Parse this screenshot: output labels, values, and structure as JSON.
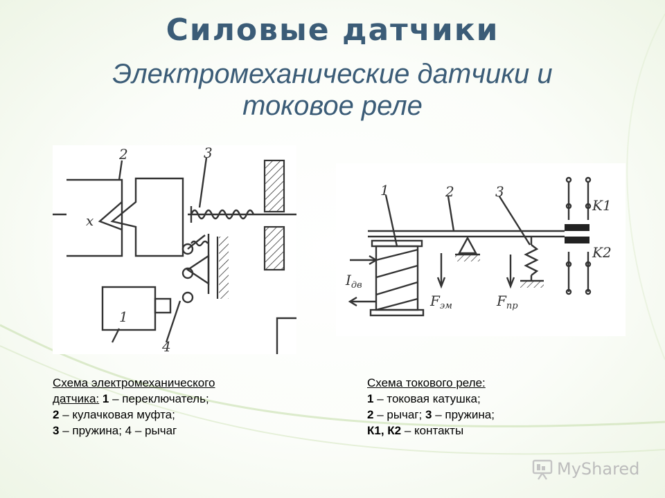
{
  "title": "Силовые датчики",
  "subtitle": "Электромеханические датчики и токовое реле",
  "figure_left": {
    "labels": {
      "x": "x",
      "n1": "1",
      "n2": "2",
      "n3": "3",
      "n4": "4"
    }
  },
  "figure_right": {
    "labels": {
      "n1": "1",
      "n2": "2",
      "n3": "3",
      "k1": "K1",
      "k2": "K2",
      "i": "I",
      "i_sub": "дв",
      "f_em": "F",
      "f_em_sub": "эм",
      "f_pr": "F",
      "f_pr_sub": "пр"
    }
  },
  "caption_left": {
    "line1": "Схема  электромеханического",
    "line2_u": "датчика:",
    "n1": "1",
    "t1": " – переключатель;",
    "n2": "2",
    "t2": " – кулачковая муфта;",
    "n3": "3",
    "t3": " – пружина; 4 – рычаг"
  },
  "caption_right": {
    "line1": "Схема токового реле:",
    "n1": "1",
    "t1": " – токовая катушка;",
    "n2": "2",
    "t2": " – рычаг; ",
    "n3": "3",
    "t3": " – пружина;",
    "k": "К1, К2",
    "t4": " – контакты"
  },
  "logo": {
    "text": "MyShared"
  }
}
